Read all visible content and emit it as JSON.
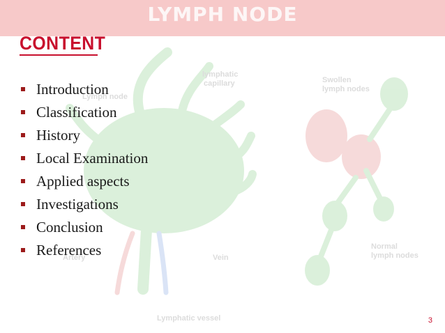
{
  "banner": {
    "title": "LYMPH NODE"
  },
  "heading": "CONTENT",
  "items": [
    {
      "label": "Introduction"
    },
    {
      "label": "Classification"
    },
    {
      "label": "History"
    },
    {
      "label": "Local Examination"
    },
    {
      "label": "Applied aspects"
    },
    {
      "label": "Investigations"
    },
    {
      "label": "Conclusion"
    },
    {
      "label": "References"
    }
  ],
  "illustration": {
    "labels": {
      "lymphatic_capillary_1": "lymphatic",
      "lymphatic_capillary_2": "capillary",
      "lymph_node": "Lymph node",
      "swollen_1": "Swollen",
      "swollen_2": "lymph nodes",
      "normal_1": "Normal",
      "normal_2": "lymph nodes",
      "artery": "Artery",
      "vein": "Vein",
      "lymphatic_vessel": "Lymphatic vessel"
    }
  },
  "page_number": "3",
  "colors": {
    "accent": "#c8102e",
    "banner": "#f7c9c9",
    "bullet": "#9c1b1b"
  }
}
